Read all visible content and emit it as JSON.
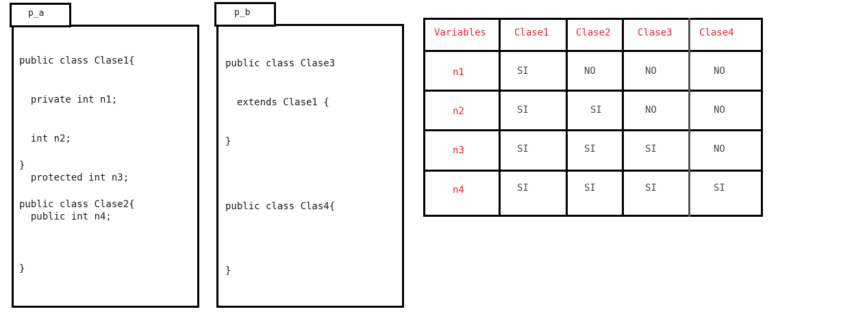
{
  "packages": [
    {
      "tab": "p_a",
      "blocks": [
        {
          "lines": [
            "public class Clase1{",
            "  private int n1;",
            "  int n2;",
            "  protected int n3;",
            "  public int n4;"
          ]
        },
        {
          "lines": [
            "}"
          ]
        },
        {
          "lines": [
            "public class Clase2{"
          ]
        },
        {
          "lines": [
            "}"
          ]
        }
      ]
    },
    {
      "tab": "p_b",
      "blocks": [
        {
          "lines": [
            "public class Clase3",
            "  extends Clase1 {"
          ]
        },
        {
          "lines": [
            "}"
          ]
        },
        {
          "lines": [
            "public class Clas4{"
          ]
        },
        {
          "lines": [
            "}"
          ]
        }
      ]
    }
  ],
  "table": {
    "headers": [
      "Variables",
      "Clase1",
      "Clase2",
      "Clase3",
      "Clase4"
    ],
    "rows": [
      {
        "label": "n1",
        "values": [
          "SI",
          "NO",
          "NO",
          "NO"
        ]
      },
      {
        "label": "n2",
        "values": [
          "SI",
          "SI",
          "NO",
          "NO"
        ]
      },
      {
        "label": "n3",
        "values": [
          "SI",
          "SI",
          "SI",
          "NO"
        ]
      },
      {
        "label": "n4",
        "values": [
          "SI",
          "SI",
          "SI",
          "SI"
        ]
      }
    ]
  },
  "colors": {
    "header_text": "#e8202a",
    "value_text": "#4a4a4a",
    "border": "#000000"
  }
}
